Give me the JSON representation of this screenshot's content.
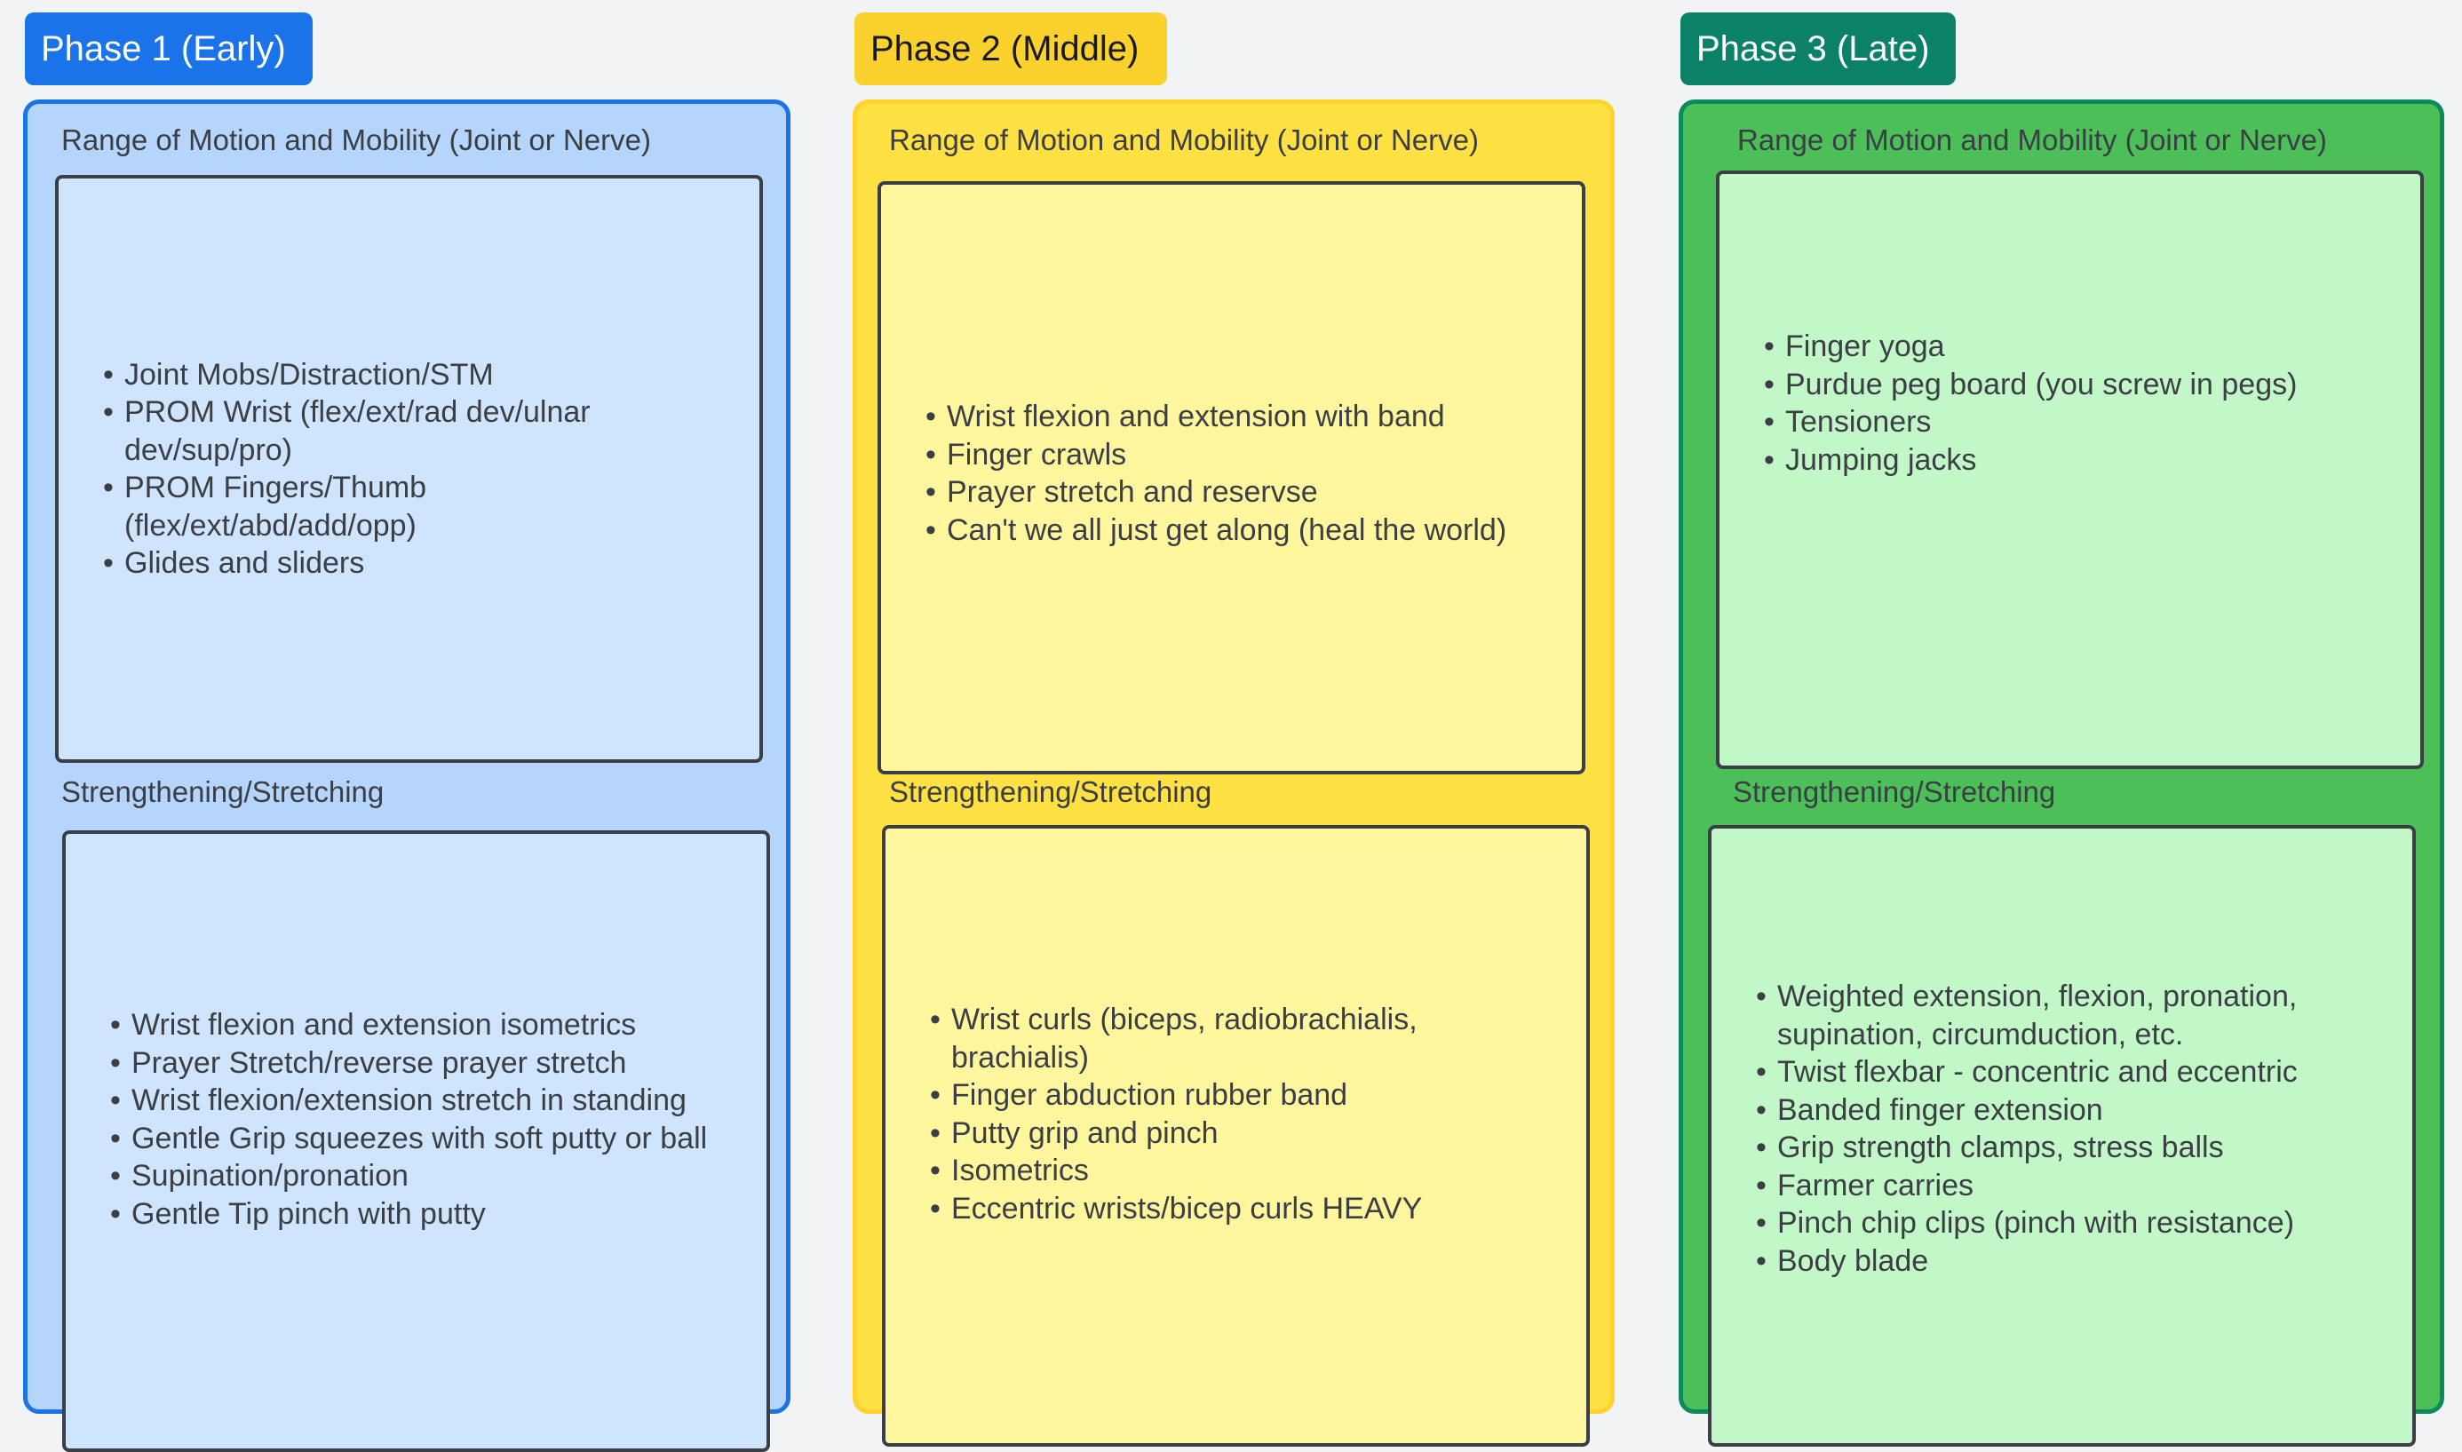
{
  "phases": [
    {
      "title": "Phase 1 (Early)",
      "accent": "#1a73e8",
      "rom_label": "Range of Motion and Mobility (Joint or Nerve)",
      "rom_items": [
        "Joint Mobs/Distraction/STM",
        "PROM Wrist (flex/ext/rad dev/ulnar dev/sup/pro)",
        "PROM Fingers/Thumb (flex/ext/abd/add/opp)",
        "Glides and sliders"
      ],
      "str_label": "Strengthening/Stretching",
      "str_items": [
        "Wrist flexion and extension isometrics",
        "Prayer Stretch/reverse prayer stretch",
        "Wrist flexion/extension stretch in standing",
        "Gentle Grip squeezes with soft putty or ball",
        "Supination/pronation",
        "Gentle Tip pinch with putty"
      ]
    },
    {
      "title": "Phase 2 (Middle)",
      "accent": "#fbd22d",
      "rom_label": "Range of Motion and Mobility (Joint or Nerve)",
      "rom_items": [
        "Wrist flexion and extension with band",
        "Finger crawls",
        " Prayer stretch and reservse",
        " Can't we all just get along (heal the world)"
      ],
      "str_label": "Strengthening/Stretching",
      "str_items": [
        "Wrist curls (biceps, radiobrachialis, brachialis)",
        "Finger abduction rubber band",
        "Putty grip and pinch",
        "Isometrics",
        "Eccentric wrists/bicep curls HEAVY"
      ]
    },
    {
      "title": "Phase 3 (Late)",
      "accent": "#0b8268",
      "rom_label": "Range of Motion and Mobility (Joint or Nerve)",
      "rom_items": [
        "Finger yoga",
        "Purdue peg board (you screw in pegs)",
        "Tensioners",
        "Jumping jacks"
      ],
      "str_label": "Strengthening/Stretching",
      "str_items": [
        "Weighted extension, flexion, pronation, supination, circumduction, etc.",
        "Twist flexbar - concentric and eccentric",
        "Banded finger extension",
        "Grip strength clamps, stress balls",
        "Farmer carries",
        "Pinch chip clips (pinch with resistance)",
        "Body blade"
      ]
    }
  ]
}
